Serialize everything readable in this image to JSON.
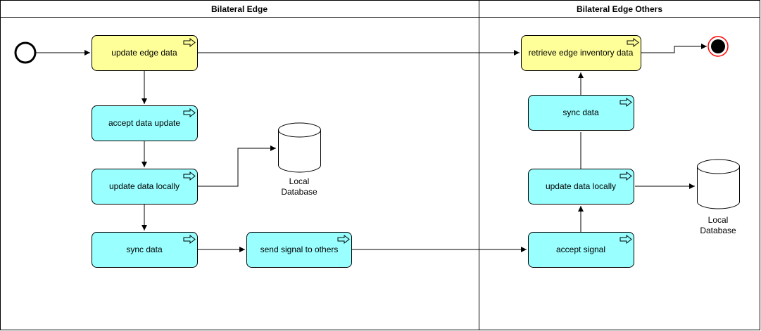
{
  "colors": {
    "activity_fill": "#99ffff",
    "highlight_fill": "#ffff99",
    "stroke": "#000000",
    "end_ring": "#ff0000"
  },
  "icons": {
    "activity": "right-arrow-icon",
    "database": "cylinder-icon"
  },
  "lanes": [
    {
      "title": "Bilateral Edge"
    },
    {
      "title": "Bilateral Edge Others"
    }
  ],
  "nodes": {
    "update_edge_data": "update edge data",
    "accept_data_update": "accept data update",
    "update_data_locally_left": "update data locally",
    "sync_data_left": "sync data",
    "send_signal": "send signal to others",
    "retrieve_edge_inventory": "retrieve edge inventory data",
    "sync_data_right": "sync data",
    "update_data_locally_right": "update data locally",
    "accept_signal": "accept signal"
  },
  "databases": {
    "left": [
      "Local",
      "Database"
    ],
    "right": [
      "Local",
      "Database"
    ]
  }
}
